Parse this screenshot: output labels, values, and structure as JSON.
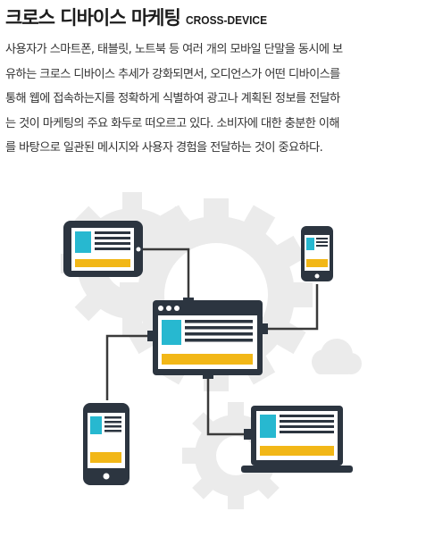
{
  "header": {
    "title_ko": "크로스 디바이스 마케팅",
    "title_en": "CROSS-DEVICE"
  },
  "body": {
    "lines": [
      "사용자가 스마트폰, 태블릿, 노트북 등 여러 개의 모바일 단말을 동시에 보",
      "유하는 크로스 디바이스 추세가 강화되면서, 오디언스가 어떤 디바이스를",
      "통해 웹에 접속하는지를 정확하게 식별하여 광고나 계획된 정보를 전달하",
      "는 것이 마케팅의 주요 화두로 떠오르고 있다. 소비자에 대한 충분한 이해",
      "를 바탕으로 일관된 메시지와 사용자 경험을 전달하는 것이 중요하다."
    ]
  },
  "illustration": {
    "icons": [
      "gear-icon",
      "cloud-icon",
      "tablet-icon",
      "smartphone-icon",
      "desktop-monitor-icon",
      "laptop-icon"
    ],
    "colors": {
      "gear": "#ebebeb",
      "device": "#2c3540",
      "screen": "#ffffff",
      "cyan": "#27b8d0",
      "yellow": "#f2b717",
      "line": "#3a3a3a"
    }
  }
}
